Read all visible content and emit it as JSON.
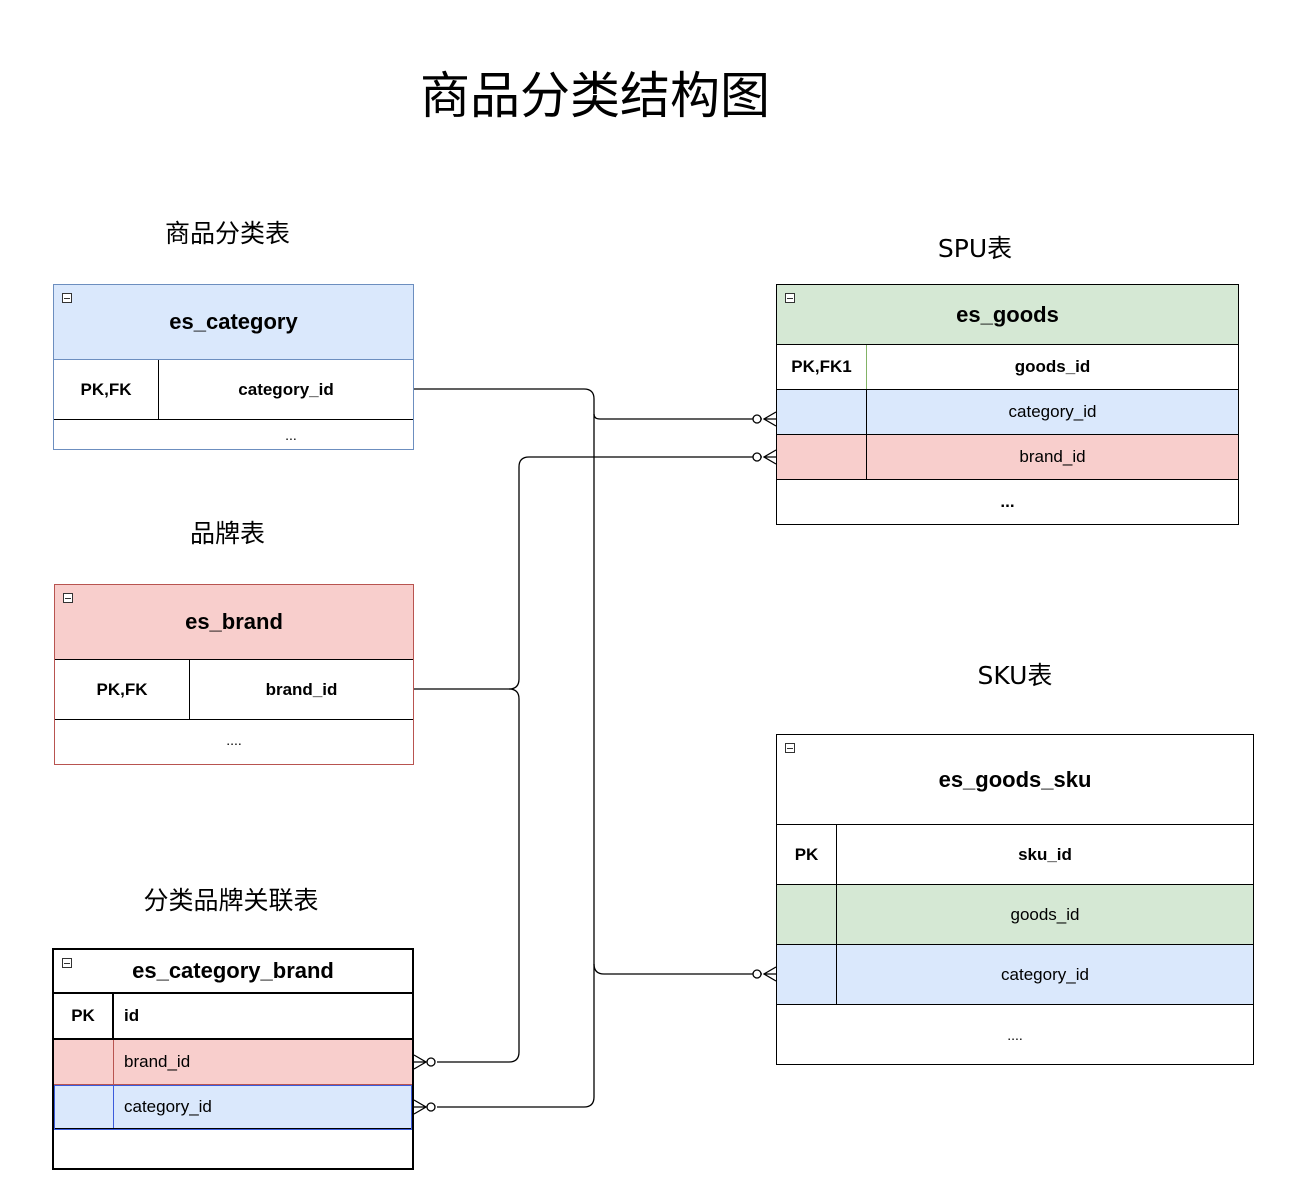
{
  "title": "商品分类结构图",
  "captions": {
    "category": "商品分类表",
    "brand": "品牌表",
    "category_brand": "分类品牌关联表",
    "spu": "SPU表",
    "sku": "SKU表"
  },
  "colors": {
    "blue_fill": "#dae8fc",
    "blue_border": "#6c8ebf",
    "red_fill": "#f8cecc",
    "red_border": "#b85450",
    "green_fill": "#d5e8d4",
    "green_border": "#82b366"
  },
  "tables": {
    "es_category": {
      "name": "es_category",
      "key": "PK,FK",
      "field": "category_id",
      "more": "..."
    },
    "es_brand": {
      "name": "es_brand",
      "key": "PK,FK",
      "field": "brand_id",
      "more": "...."
    },
    "es_category_brand": {
      "name": "es_category_brand",
      "rows": [
        {
          "key": "PK",
          "field": "id"
        },
        {
          "key": "",
          "field": "brand_id"
        },
        {
          "key": "",
          "field": "category_id"
        }
      ]
    },
    "es_goods": {
      "name": "es_goods",
      "rows": [
        {
          "key": "PK,FK1",
          "field": "goods_id"
        },
        {
          "key": "",
          "field": "category_id"
        },
        {
          "key": "",
          "field": "brand_id"
        }
      ],
      "more": "..."
    },
    "es_goods_sku": {
      "name": "es_goods_sku",
      "rows": [
        {
          "key": "PK",
          "field": "sku_id"
        },
        {
          "key": "",
          "field": "goods_id"
        },
        {
          "key": "",
          "field": "category_id"
        }
      ],
      "more": "...."
    }
  },
  "relationships": [
    {
      "from": "es_category.category_id",
      "to": "es_goods.category_id",
      "end": "zero-or-many"
    },
    {
      "from": "es_category.category_id",
      "to": "es_goods_sku.category_id",
      "end": "zero-or-many"
    },
    {
      "from": "es_category.category_id",
      "to": "es_category_brand.category_id",
      "end": "zero-or-many"
    },
    {
      "from": "es_brand.brand_id",
      "to": "es_goods.brand_id",
      "end": "zero-or-many"
    },
    {
      "from": "es_brand.brand_id",
      "to": "es_category_brand.brand_id",
      "end": "zero-or-many"
    }
  ]
}
